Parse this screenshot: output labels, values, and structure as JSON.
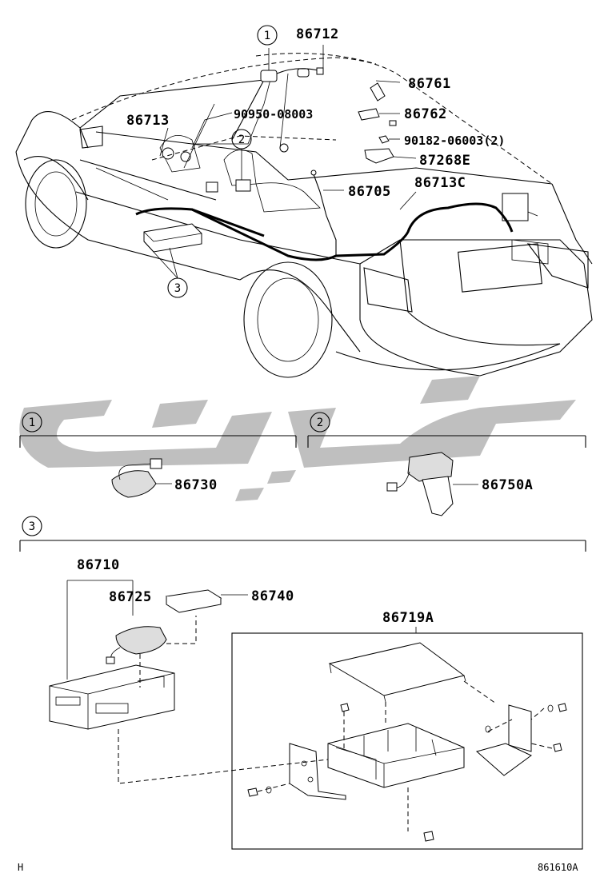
{
  "callouts": {
    "c1": "1",
    "c2": "2",
    "c3": "3"
  },
  "parts": {
    "p86712": "86712",
    "p86761": "86761",
    "p86713": "86713",
    "p90950": "90950-08003",
    "p86762": "86762",
    "p90182": "90182-06003(2)",
    "p87268E": "87268E",
    "p86705": "86705",
    "p86713C": "86713C",
    "p86730": "86730",
    "p86750A": "86750A",
    "p86710": "86710",
    "p86725": "86725",
    "p86740": "86740",
    "p86719A": "86719A"
  },
  "footer": {
    "left": "H",
    "right": "861610A"
  },
  "watermark": {
    "color": "#8a8a8a"
  }
}
